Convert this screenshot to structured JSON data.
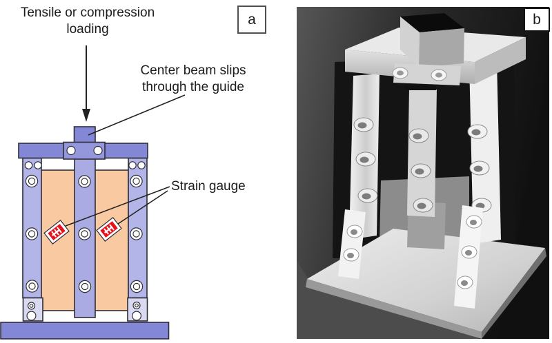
{
  "figure": {
    "panel_a": {
      "tag_label": "a",
      "loading_label": "Tensile or compression loading",
      "center_beam_label": "Center beam slips through the guide",
      "strain_gauge_label": "Strain gauge",
      "colors": {
        "frame_purple": "#8486d6",
        "column_purple": "#b3b4e8",
        "center_purple": "#aaabe2",
        "guide_purple": "#9597dd",
        "bracket_lavender": "#d9daf2",
        "specimen_orange": "#f9c9a2",
        "gauge_red": "#e8101c",
        "outline": "#2e2e38"
      }
    },
    "panel_b": {
      "tag_label": "b"
    }
  }
}
